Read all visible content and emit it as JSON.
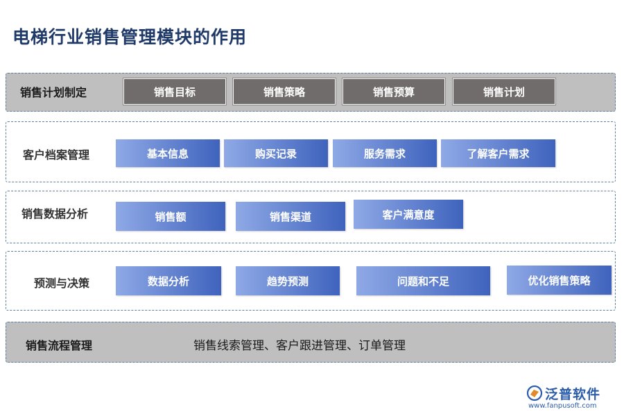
{
  "title": "电梯行业销售管理模块的作用",
  "sections": [
    {
      "label": "销售计划制定",
      "items": [
        "销售目标",
        "销售策略",
        "销售预算",
        "销售计划"
      ]
    },
    {
      "label": "客户档案管理",
      "items": [
        "基本信息",
        "购买记录",
        "服务需求",
        "了解客户需求"
      ]
    },
    {
      "label": "销售数据分析",
      "items": [
        "销售额",
        "销售渠道",
        "客户满意度"
      ]
    },
    {
      "label": "预测与决策",
      "items": [
        "数据分析",
        "趋势预测",
        "问题和不足",
        "优化销售策略"
      ]
    },
    {
      "label": "销售流程管理",
      "text": "销售线索管理、客户跟进管理、订单管理"
    }
  ],
  "brand": {
    "name": "泛普软件",
    "url": "www.fanpusoft.com"
  },
  "colors": {
    "title": "#1f3a68",
    "dark_box": "#716c6c",
    "blue_start": "#8fa9e6",
    "blue_end": "#3f63bd",
    "grey_band": "#bfbfbf",
    "brand": "#2a5caa"
  }
}
